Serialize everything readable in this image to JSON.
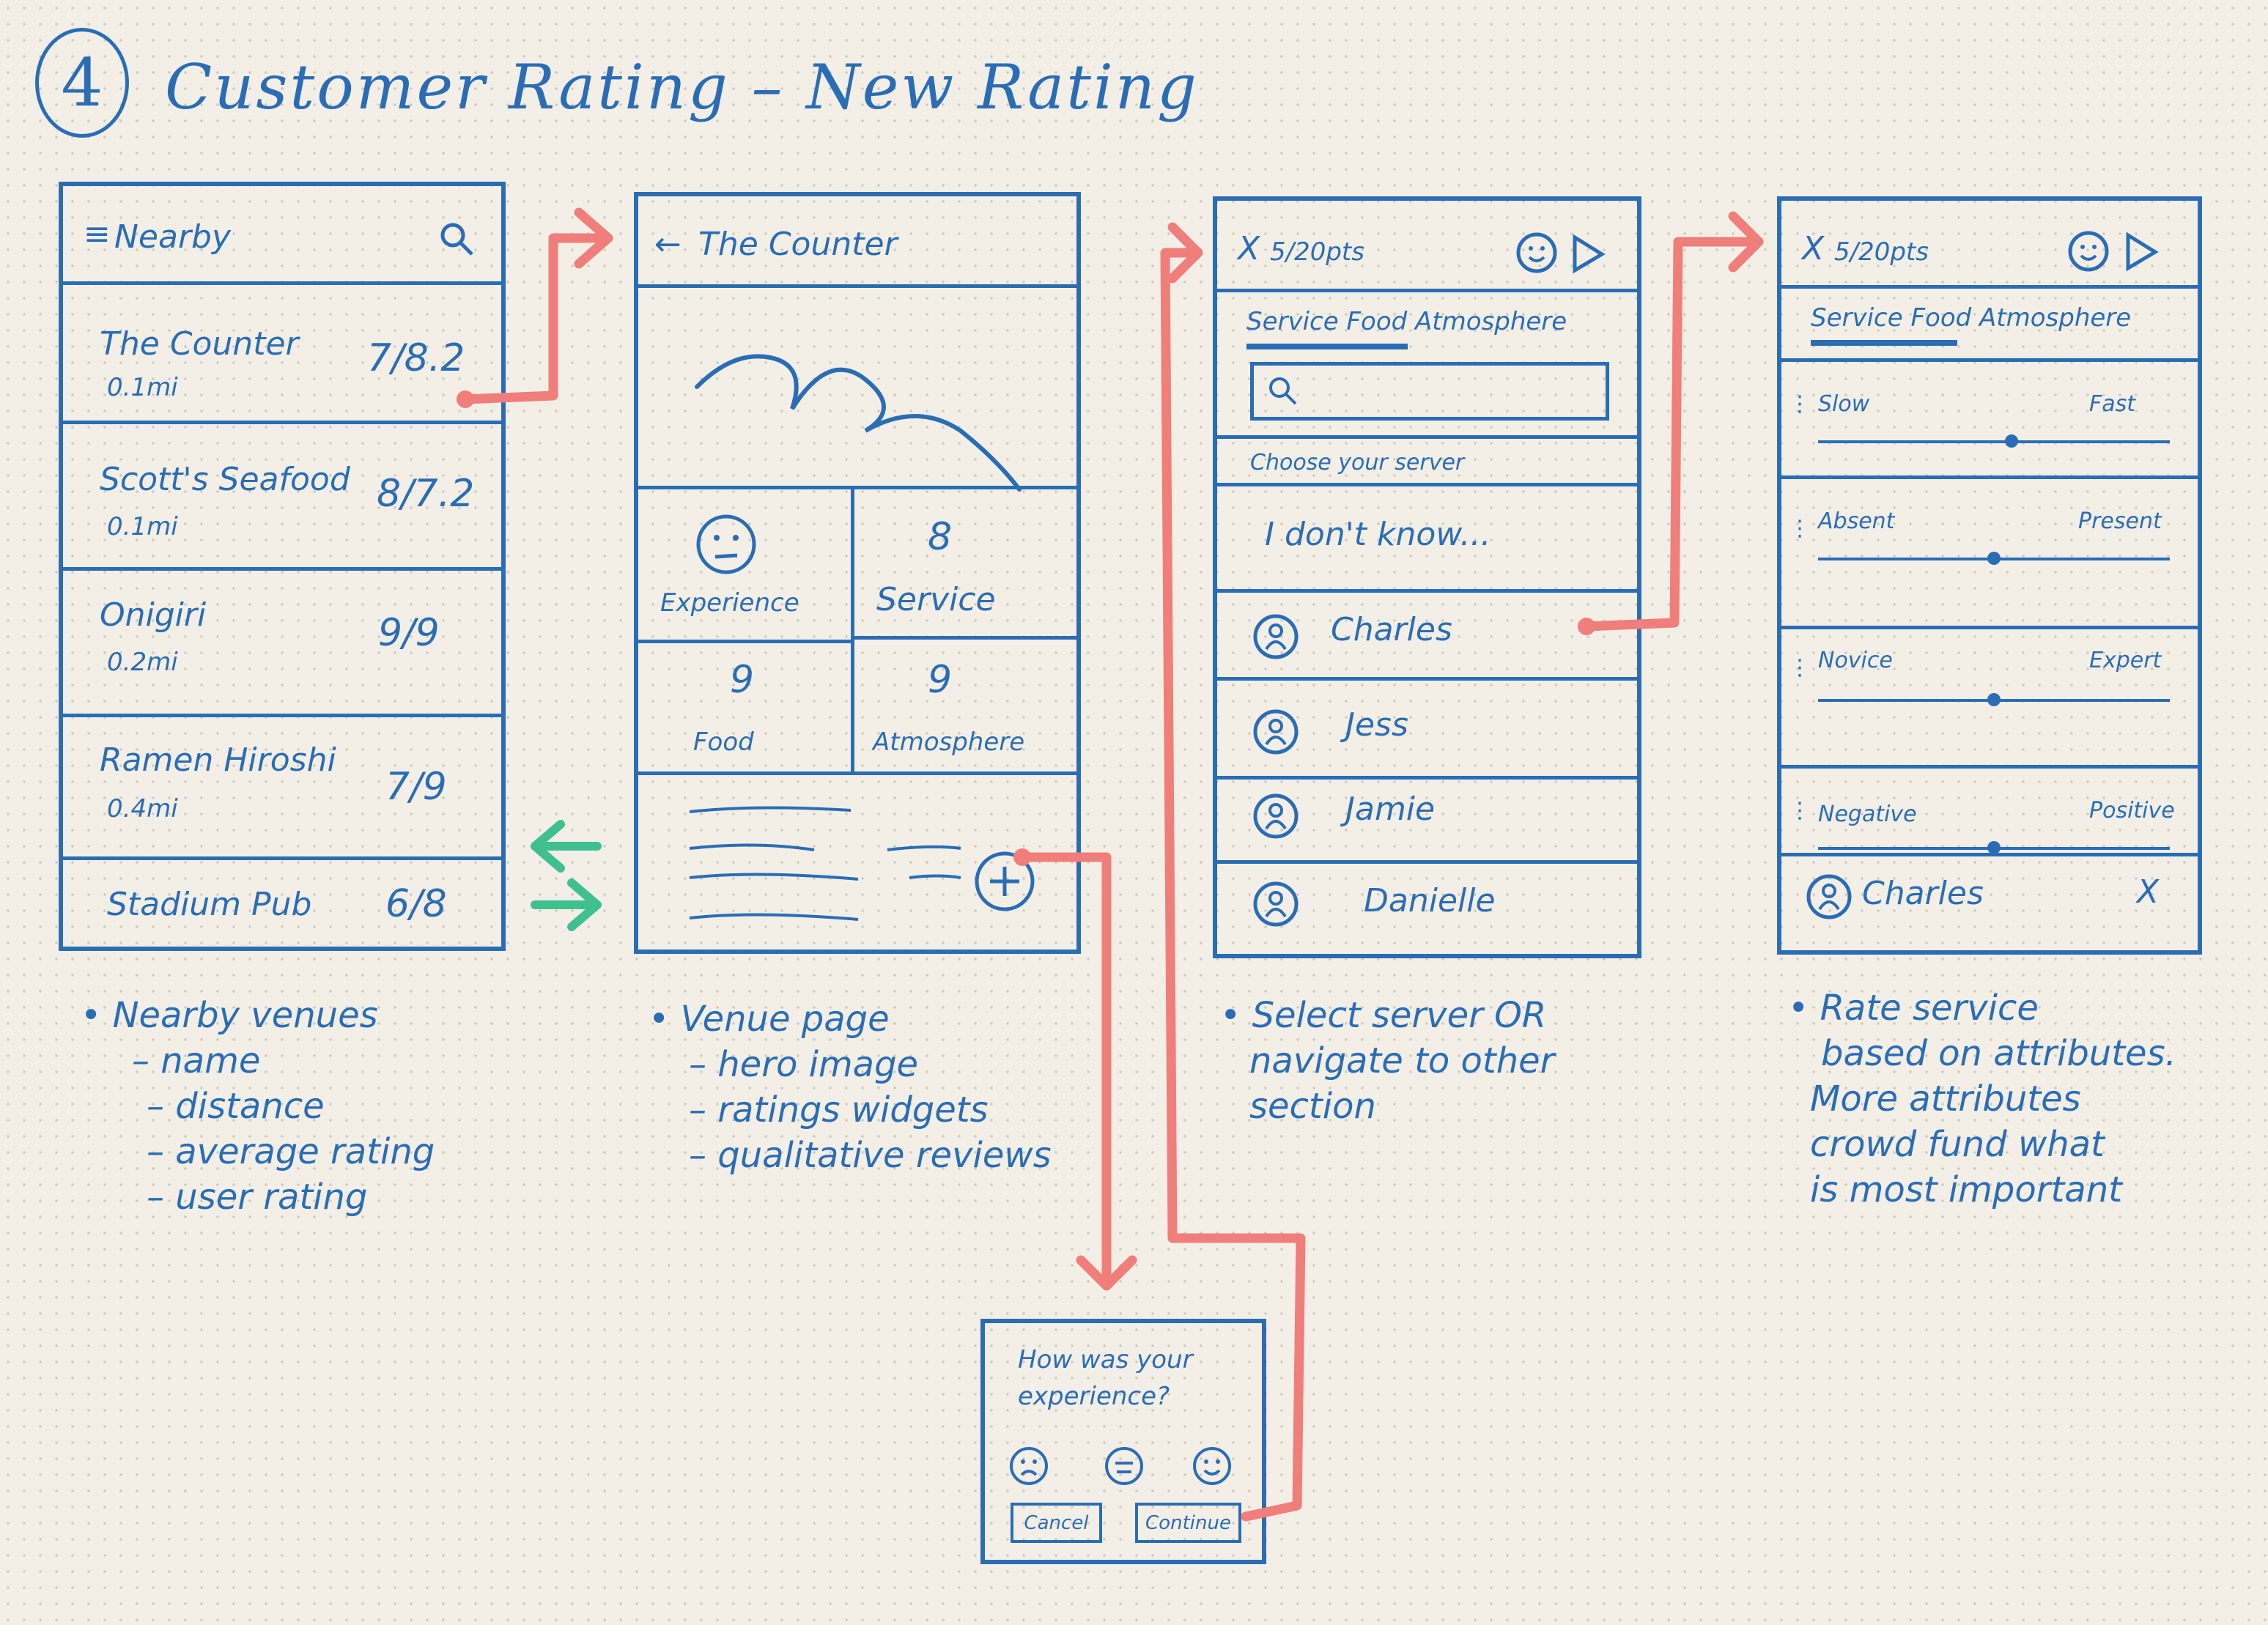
{
  "header": {
    "number": "4",
    "title": "Customer Rating – New Rating"
  },
  "screen1": {
    "header_label": "Nearby",
    "venues": [
      {
        "name": "The Counter",
        "distance": "0.1mi",
        "rating": "7/8.2"
      },
      {
        "name": "Scott's Seafood",
        "distance": "0.1mi",
        "rating": "8/7.2"
      },
      {
        "name": "Onigiri",
        "distance": "0.2mi",
        "rating": "9/9"
      },
      {
        "name": "Ramen Hiroshi",
        "distance": "0.4mi",
        "rating": "7/9"
      },
      {
        "name": "Stadium Pub",
        "distance": "",
        "rating": "6/8"
      }
    ],
    "notes": [
      "• Nearby venues",
      "– name",
      "– distance",
      "– average rating",
      "– user rating"
    ]
  },
  "screen2": {
    "header_label": "The Counter",
    "widgets": [
      {
        "value": "",
        "label": "Experience"
      },
      {
        "value": "8",
        "label": "Service"
      },
      {
        "value": "9",
        "label": "Food"
      },
      {
        "value": "9",
        "label": "Atmosphere"
      }
    ],
    "add_label": "+",
    "notes": [
      "• Venue page",
      "– hero image",
      "– ratings widgets",
      "– qualitative reviews"
    ]
  },
  "dialog": {
    "question_line1": "How was your",
    "question_line2": "experience?",
    "cancel_label": "Cancel",
    "continue_label": "Continue"
  },
  "screen3": {
    "points": "5/20pts",
    "tabs": "Service Food Atmosphere",
    "search_caption": "Choose your server",
    "servers": [
      "I don't know...",
      "Charles",
      "Jess",
      "Jamie",
      "Danielle"
    ],
    "notes": [
      "• Select server OR",
      "navigate to other",
      "section"
    ]
  },
  "screen4": {
    "points": "5/20pts",
    "tabs": "Service Food Atmosphere",
    "attributes": [
      {
        "left": "Slow",
        "right": "Fast",
        "value": 0.55
      },
      {
        "left": "Absent",
        "right": "Present",
        "value": 0.5
      },
      {
        "left": "Novice",
        "right": "Expert",
        "value": 0.5
      },
      {
        "left": "Negative",
        "right": "Positive",
        "value": 0.5
      }
    ],
    "server_name": "Charles",
    "close_label": "X",
    "notes": [
      "• Rate service",
      "based on attributes.",
      "More attributes",
      "crowd fund what",
      "is most important"
    ]
  },
  "colors": {
    "ink": "#2a6db5",
    "arrow": "#f07e7a",
    "green": "#3fc08c",
    "paper": "#f3efe6"
  }
}
